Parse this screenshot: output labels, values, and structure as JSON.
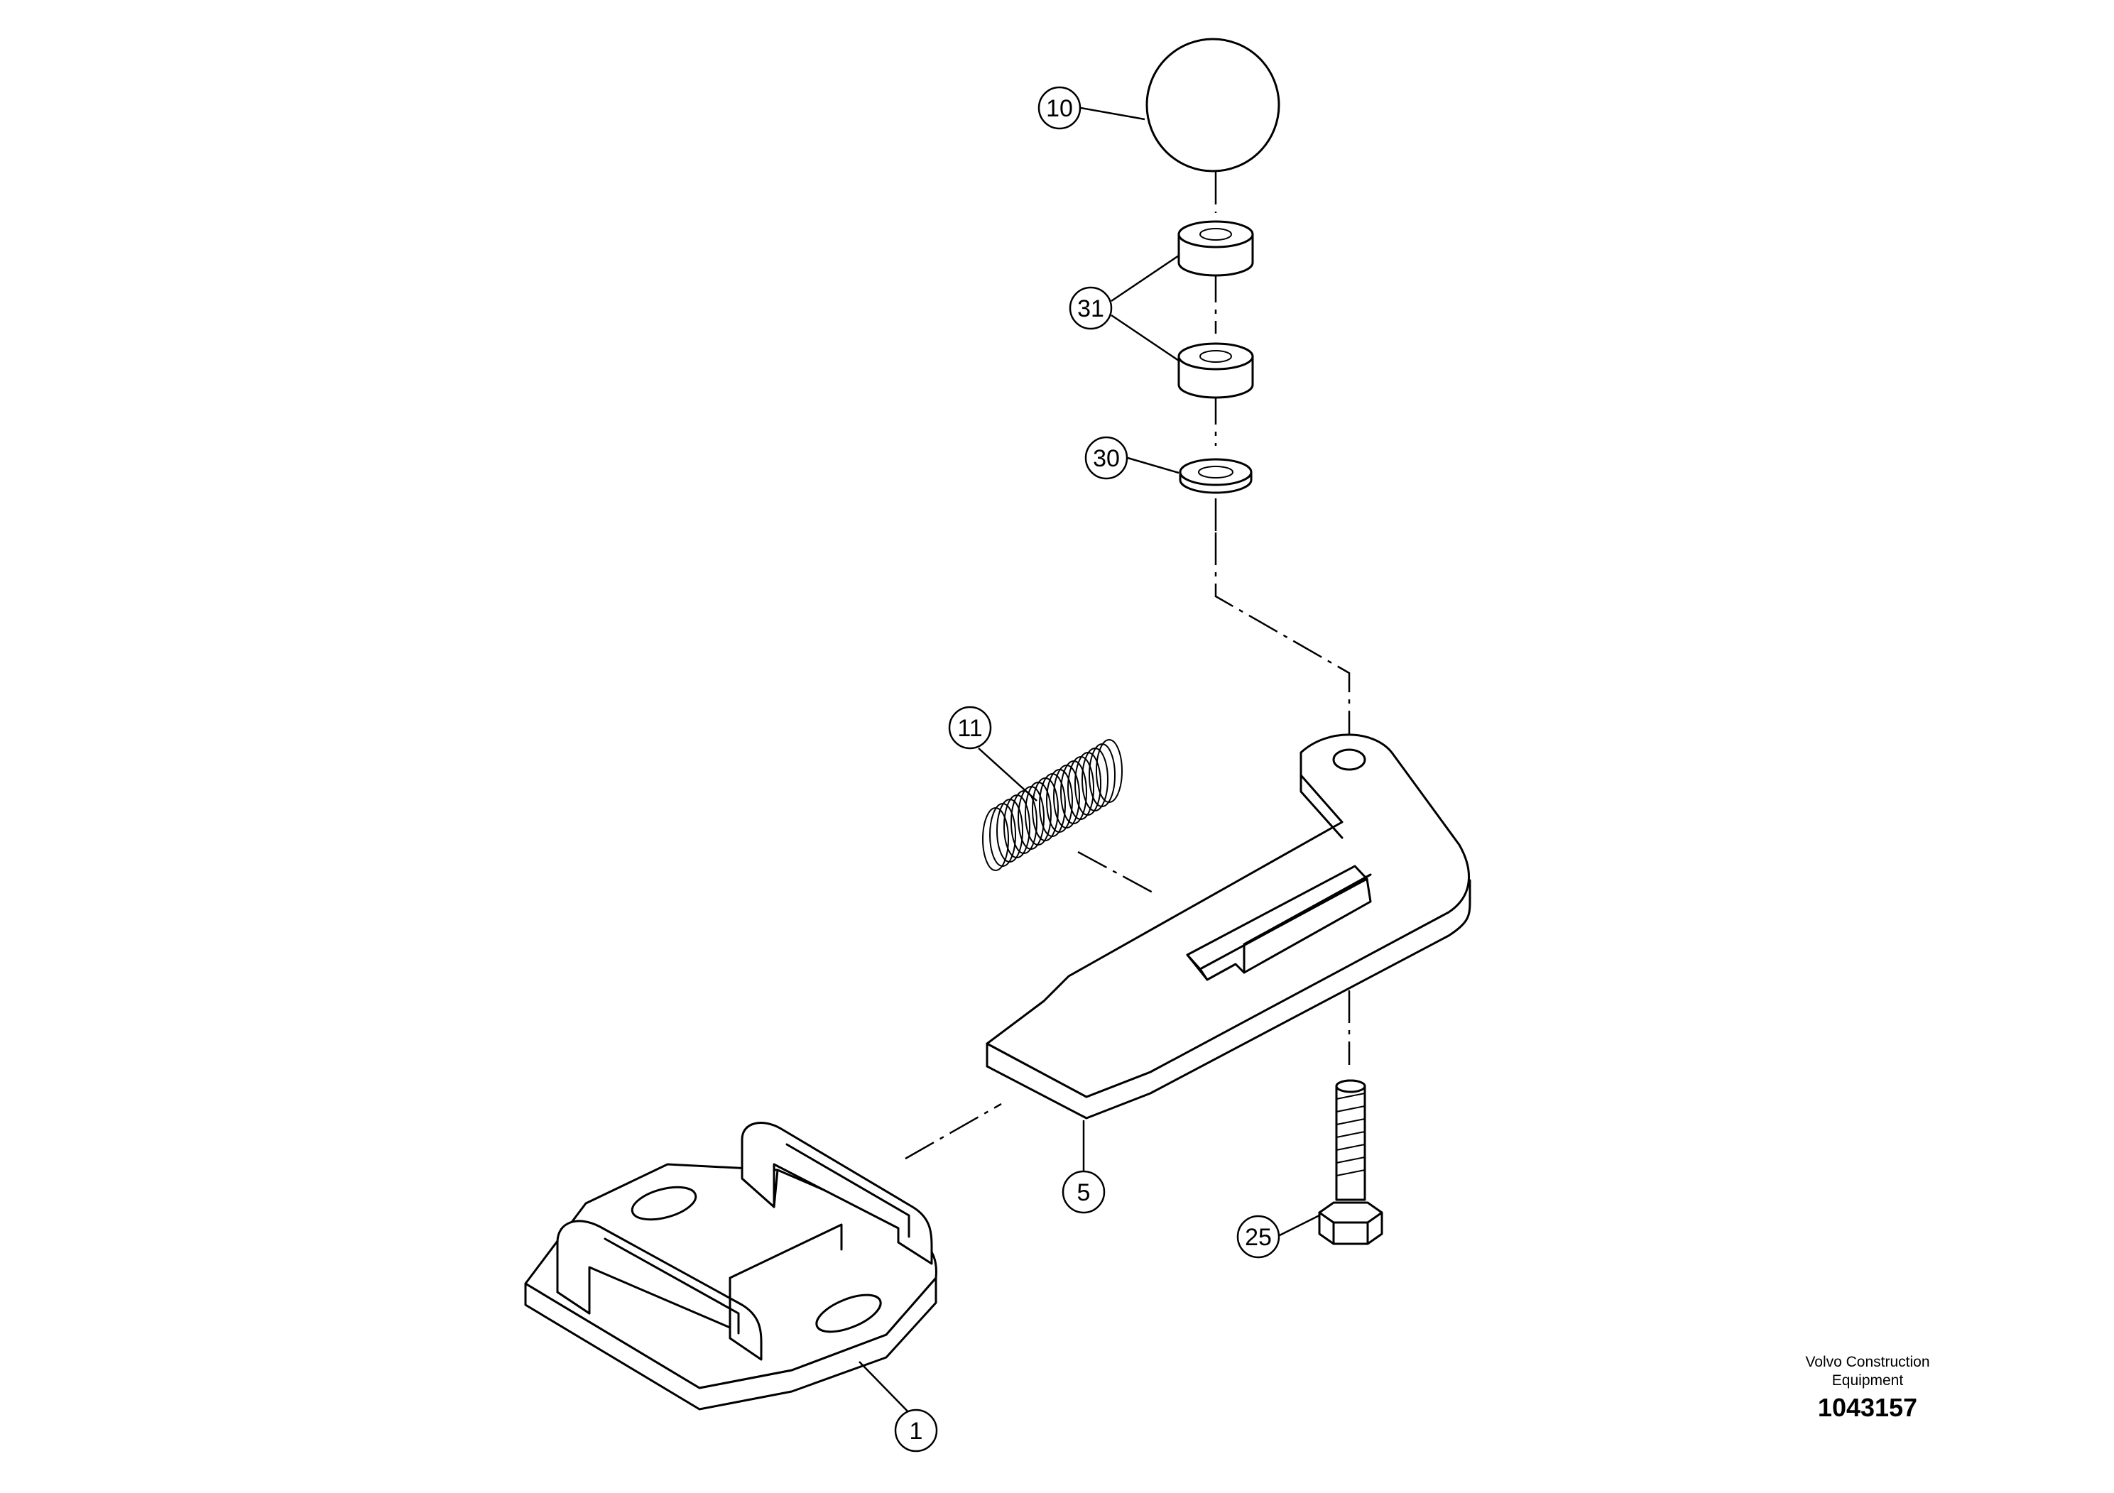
{
  "callouts": [
    {
      "id": "10",
      "label": "10"
    },
    {
      "id": "31",
      "label": "31"
    },
    {
      "id": "30",
      "label": "30"
    },
    {
      "id": "11",
      "label": "11"
    },
    {
      "id": "5",
      "label": "5"
    },
    {
      "id": "25",
      "label": "25"
    },
    {
      "id": "1",
      "label": "1"
    }
  ],
  "publisher": {
    "line1": "Volvo Construction",
    "line2": "Equipment"
  },
  "document_number": "1043157"
}
